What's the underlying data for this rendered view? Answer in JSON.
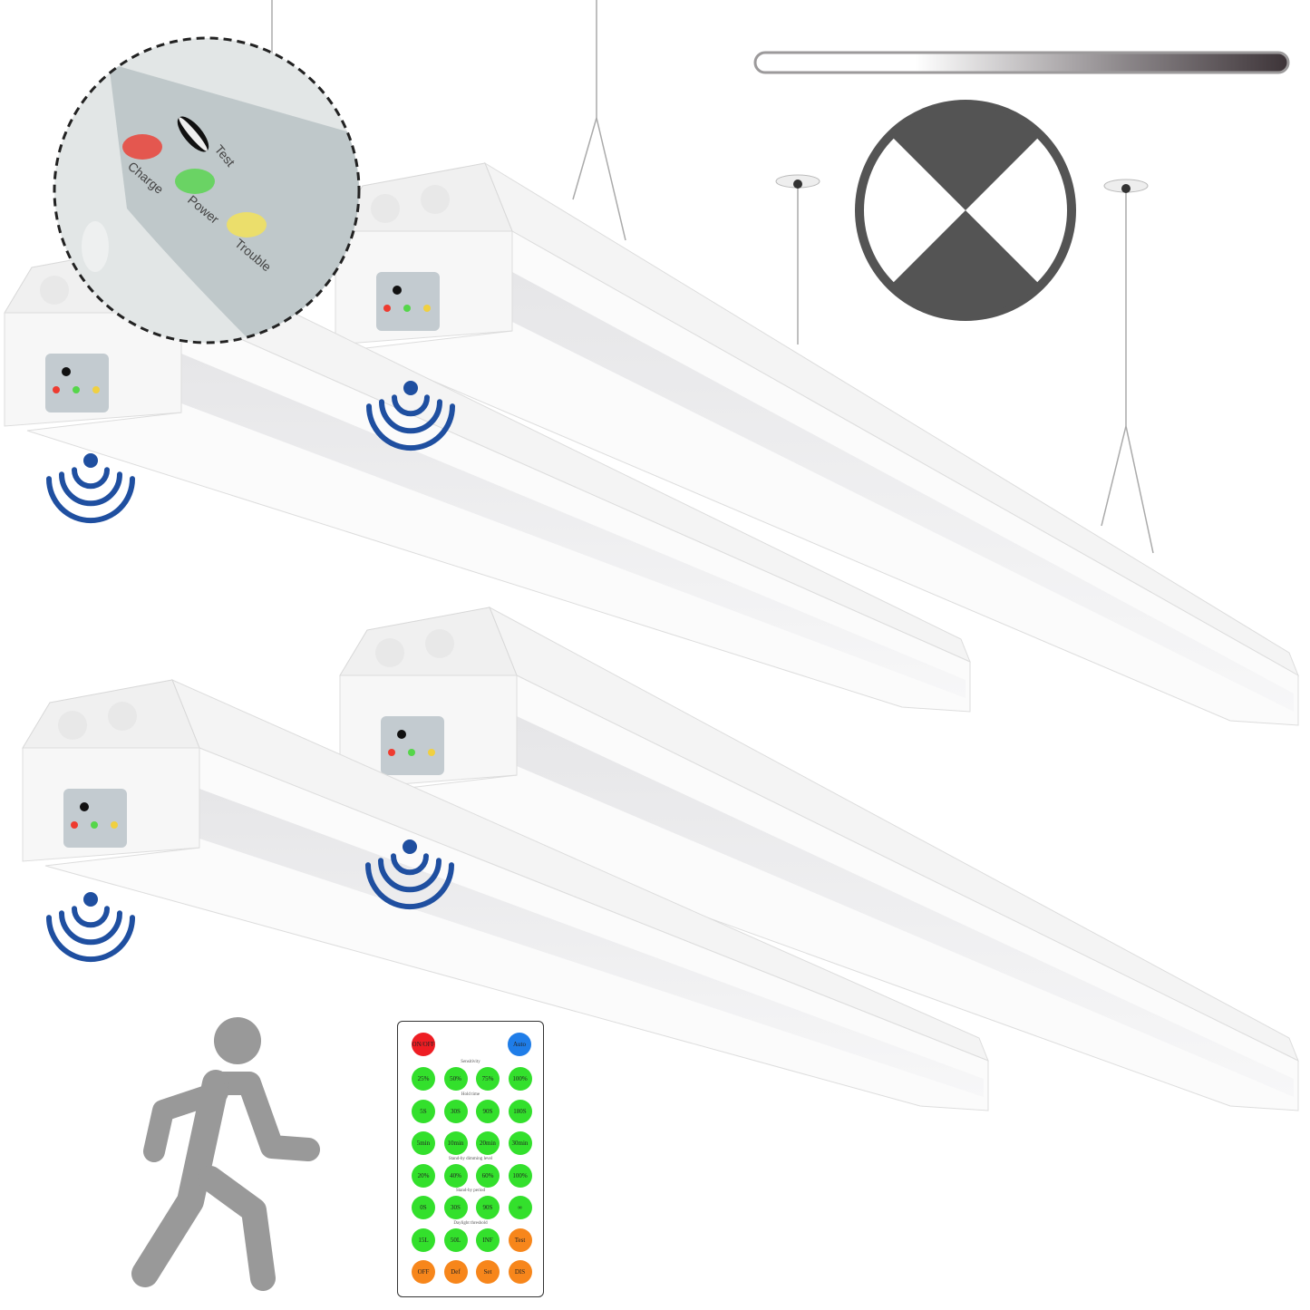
{
  "zoom_panel": {
    "labels": [
      "Charge",
      "Test",
      "Power",
      "Trouble"
    ]
  },
  "colors": {
    "sensor_blue": "#1f4fa0",
    "icon_gray": "#555555",
    "person_gray": "#999999",
    "led_red": "#ee3b30",
    "led_green": "#55d64a",
    "led_yellow": "#f0e060"
  },
  "remote": {
    "power": "ON/OFF",
    "auto": "Auto",
    "sections": [
      {
        "title": "Sensitivity",
        "buttons": [
          "25%",
          "50%",
          "75%",
          "100%"
        ]
      },
      {
        "title": "Hold time",
        "buttons": [
          "5S",
          "30S",
          "90S",
          "180S",
          "5min",
          "10min",
          "20min",
          "30min"
        ]
      },
      {
        "title": "Stand-by dimming level",
        "buttons": [
          "20%",
          "40%",
          "60%",
          "100%"
        ]
      },
      {
        "title": "Stand-by period",
        "buttons": [
          "0S",
          "30S",
          "90S",
          "∞"
        ]
      },
      {
        "title": "Daylight threshold",
        "buttons": [
          "15L",
          "50L",
          "INF",
          "Test"
        ]
      },
      {
        "title": "",
        "buttons": [
          "OFF",
          "Def",
          "Set",
          "DIS"
        ]
      }
    ]
  }
}
